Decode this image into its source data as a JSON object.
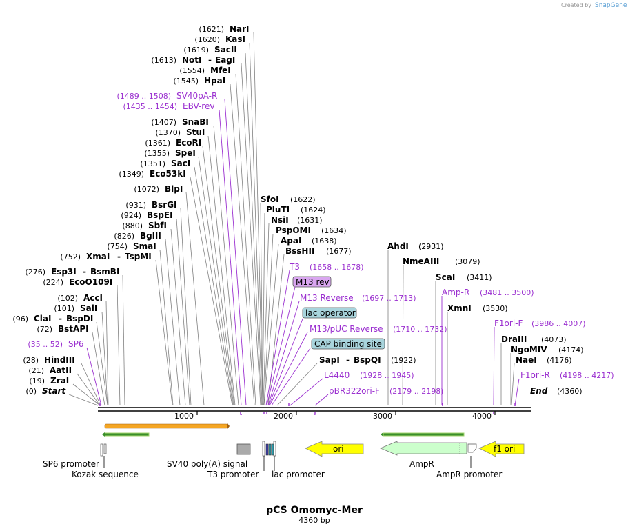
{
  "header": {
    "credit_prefix": "Created by",
    "credit_brand": "SnapGene"
  },
  "plasmid": {
    "name": "pCS Omomyc-Mer",
    "length_label": "4360 bp",
    "length": 4360
  },
  "axis": {
    "ticks": [
      1000,
      2000,
      3000,
      4000
    ]
  },
  "enzyme_sites": [
    {
      "pos": "(1621)",
      "name": "NarI"
    },
    {
      "pos": "(1620)",
      "name": "KasI"
    },
    {
      "pos": "(1619)",
      "name": "SacII"
    },
    {
      "pos": "(1613)",
      "name": "NotI",
      "name2": "EagI"
    },
    {
      "pos": "(1554)",
      "name": "MfeI"
    },
    {
      "pos": "(1545)",
      "name": "HpaI"
    },
    {
      "pos": "(1407)",
      "name": "SnaBI"
    },
    {
      "pos": "(1370)",
      "name": "StuI"
    },
    {
      "pos": "(1361)",
      "name": "EcoRI"
    },
    {
      "pos": "(1355)",
      "name": "SpeI"
    },
    {
      "pos": "(1351)",
      "name": "SacI"
    },
    {
      "pos": "(1349)",
      "name": "Eco53kI"
    },
    {
      "pos": "(1072)",
      "name": "BlpI"
    },
    {
      "pos": "(931)",
      "name": "BsrGI"
    },
    {
      "pos": "(924)",
      "name": "BspEI"
    },
    {
      "pos": "(880)",
      "name": "SbfI"
    },
    {
      "pos": "(826)",
      "name": "BglII"
    },
    {
      "pos": "(754)",
      "name": "SmaI"
    },
    {
      "pos": "(752)",
      "name": "XmaI",
      "name2": "TspMI"
    },
    {
      "pos": "(276)",
      "name": "Esp3I",
      "name2": "BsmBI"
    },
    {
      "pos": "(224)",
      "name": "EcoO109I"
    },
    {
      "pos": "(102)",
      "name": "AccI"
    },
    {
      "pos": "(101)",
      "name": "SalI"
    },
    {
      "pos": "(96)",
      "name": "ClaI",
      "name2": "BspDI"
    },
    {
      "pos": "(72)",
      "name": "BstAPI"
    },
    {
      "pos": "(28)",
      "name": "HindIII"
    },
    {
      "pos": "(21)",
      "name": "AatII"
    },
    {
      "pos": "(19)",
      "name": "ZraI"
    },
    {
      "pos": "(0)",
      "name": "Start",
      "italic": true
    },
    {
      "pos": "(1622)",
      "name": "SfoI"
    },
    {
      "pos": "(1624)",
      "name": "PluTI"
    },
    {
      "pos": "(1631)",
      "name": "NsiI"
    },
    {
      "pos": "(1634)",
      "name": "PspOMI"
    },
    {
      "pos": "(1638)",
      "name": "ApaI"
    },
    {
      "pos": "(1677)",
      "name": "BssHII"
    },
    {
      "pos": "(1922)",
      "name": "SapI",
      "name2": "BspQI"
    },
    {
      "pos": "(2931)",
      "name": "AhdI"
    },
    {
      "pos": "(3079)",
      "name": "NmeAIII"
    },
    {
      "pos": "(3411)",
      "name": "ScaI"
    },
    {
      "pos": "(3530)",
      "name": "XmnI"
    },
    {
      "pos": "(4073)",
      "name": "DraIII"
    },
    {
      "pos": "(4174)",
      "name": "NgoMIV"
    },
    {
      "pos": "(4176)",
      "name": "NaeI"
    },
    {
      "pos": "(4360)",
      "name": "End",
      "italic": true
    }
  ],
  "primers": [
    {
      "name": "SV40pA-R",
      "range": "(1489 .. 1508)"
    },
    {
      "name": "EBV-rev",
      "range": "(1435 .. 1454)"
    },
    {
      "name": "SP6",
      "range": "(35 .. 52)"
    },
    {
      "name": "T3",
      "range": "(1658 .. 1678)"
    },
    {
      "name": "M13 Reverse",
      "range": "(1697 .. 1713)"
    },
    {
      "name": "M13/pUC Reverse",
      "range": "(1710 .. 1732)"
    },
    {
      "name": "L4440",
      "range": "(1928 .. 1945)"
    },
    {
      "name": "pBR322ori-F",
      "range": "(2179 .. 2198)"
    },
    {
      "name": "Amp-R",
      "range": "(3481 .. 3500)"
    },
    {
      "name": "F1ori-F",
      "range": "(3986 .. 4007)"
    },
    {
      "name": "F1ori-R",
      "range": "(4198 .. 4217)"
    }
  ],
  "boxed_features": [
    {
      "name": "M13 rev",
      "color": "#d9a6f0"
    },
    {
      "name": "lac operator",
      "color": "#a8d4dc"
    },
    {
      "name": "CAP binding site",
      "color": "#a8d4dc"
    }
  ],
  "feature_labels": [
    {
      "name": "SP6 promoter"
    },
    {
      "name": "Kozak sequence"
    },
    {
      "name": "SV40 poly(A) signal"
    },
    {
      "name": "T3 promoter"
    },
    {
      "name": "lac promoter"
    },
    {
      "name": "AmpR"
    },
    {
      "name": "AmpR promoter"
    }
  ],
  "arrow_features": [
    {
      "name": "ori",
      "color": "#ffff00"
    },
    {
      "name": "f1 ori",
      "color": "#ffff00"
    }
  ],
  "colors": {
    "primer": "#9b30d0",
    "orf_orange": "#f5a623",
    "orf_green": "#3a8f2a",
    "ampr": "#ccffcc",
    "feature_gray": "#aaaaaa"
  }
}
